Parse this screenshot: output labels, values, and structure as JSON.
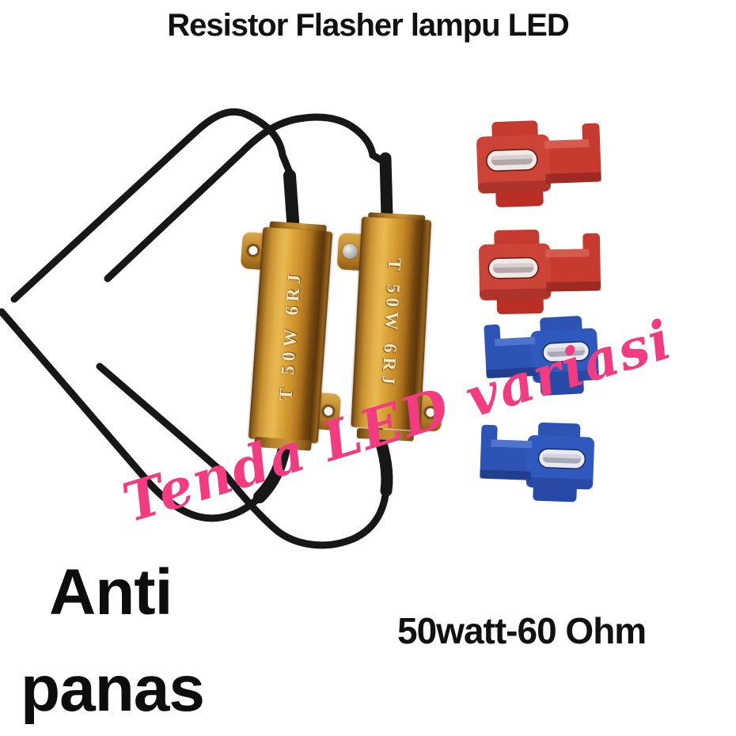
{
  "title": "Resistor Flasher lampu LED",
  "watermark": "Tenda LED variasi",
  "caption": {
    "line1": "Anti",
    "line2": "panas"
  },
  "spec_label": "50watt-60 Ohm",
  "resistors": [
    {
      "marking": "T 50W 6RJ"
    },
    {
      "marking": "T 50W 6RJ"
    }
  ],
  "connectors": [
    {
      "type": "quick-splice-wire-tap",
      "color": "red"
    },
    {
      "type": "quick-splice-wire-tap",
      "color": "red"
    },
    {
      "type": "quick-splice-wire-tap",
      "color": "blue"
    },
    {
      "type": "quick-splice-wire-tap",
      "color": "blue"
    }
  ],
  "colors": {
    "resistor_gold": "#c68a28",
    "connector_red": "#c63a30",
    "connector_blue": "#2d54b4",
    "watermark_pink": "#f23b80",
    "wire_black": "#171717",
    "text_black": "#111111"
  }
}
